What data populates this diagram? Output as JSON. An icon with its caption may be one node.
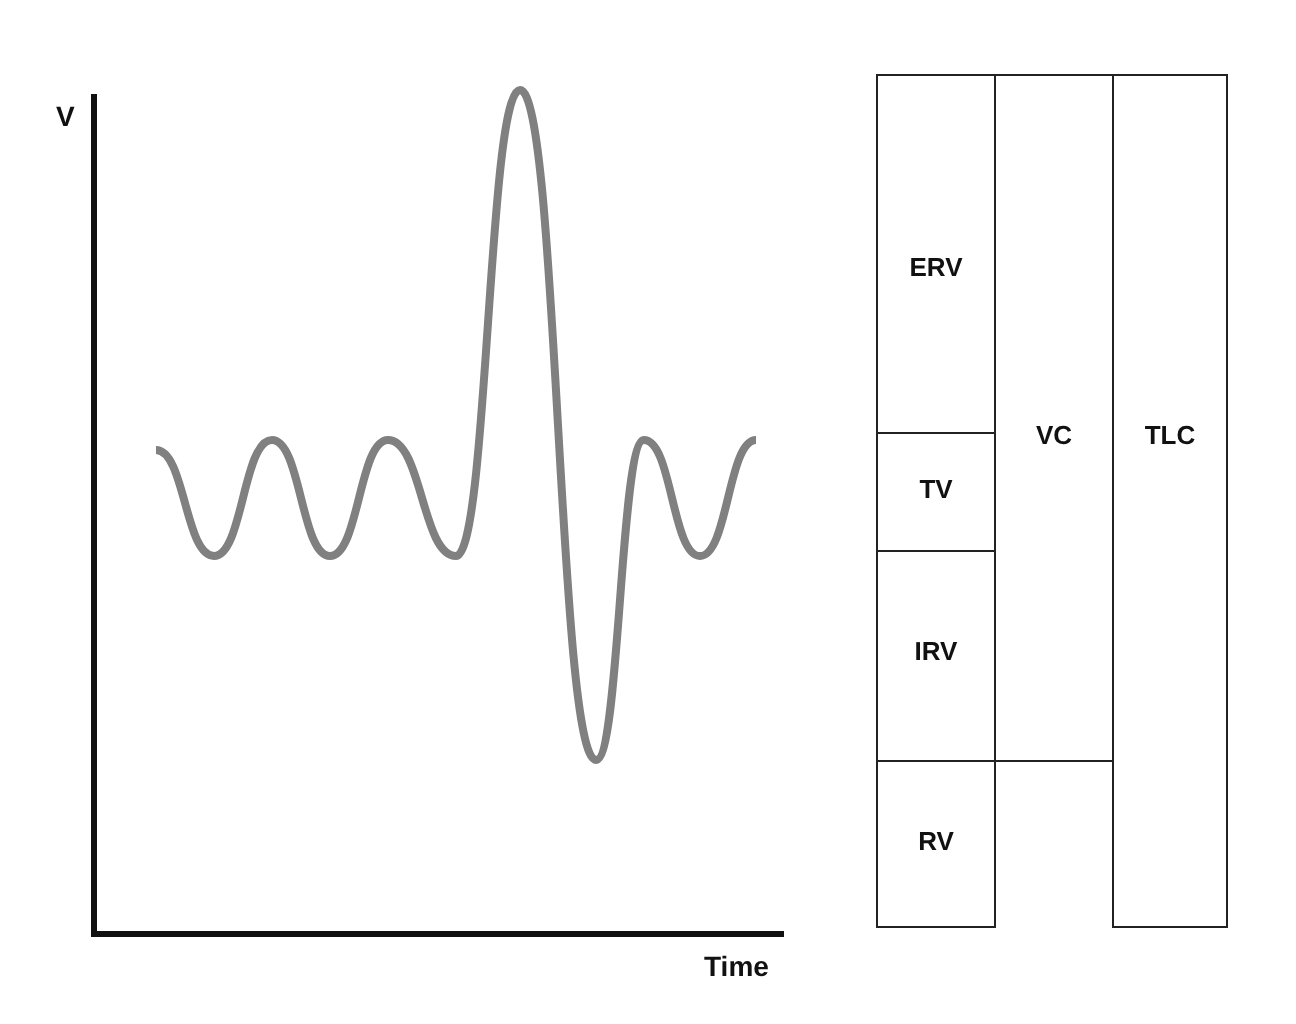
{
  "diagram": {
    "nodes": [
      {
        "text": [
          "ERV"
        ]
      },
      {
        "text": [
          "TV"
        ]
      },
      {
        "text": [
          "IRV"
        ]
      },
      {
        "text": [
          "RV"
        ]
      },
      {
        "text": [
          "VC"
        ]
      },
      {
        "text": [
          "TLC"
        ]
      }
    ],
    "edges": [],
    "labels": [
      "V",
      "Time"
    ]
  }
}
